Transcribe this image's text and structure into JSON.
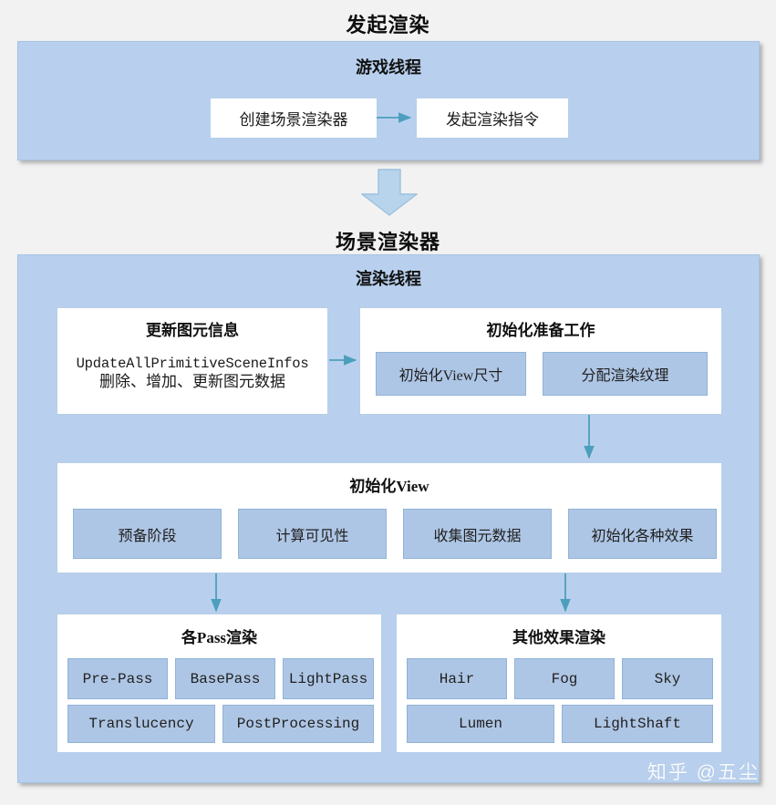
{
  "headings": {
    "initiate_render": "发起渲染",
    "scene_renderer": "场景渲染器"
  },
  "game_thread": {
    "title": "游戏线程",
    "steps": [
      {
        "label": "创建场景渲染器"
      },
      {
        "label": "发起渲染指令"
      }
    ]
  },
  "render_thread": {
    "title": "渲染线程",
    "update_primitive": {
      "title": "更新图元信息",
      "line1": "UpdateAllPrimitiveSceneInfos",
      "line2": "删除、增加、更新图元数据"
    },
    "init_prepare": {
      "title": "初始化准备工作",
      "items": [
        {
          "label": "初始化View尺寸"
        },
        {
          "label": "分配渲染纹理"
        }
      ]
    },
    "init_view": {
      "title": "初始化View",
      "items": [
        {
          "label": "预备阶段"
        },
        {
          "label": "计算可见性"
        },
        {
          "label": "收集图元数据"
        },
        {
          "label": "初始化各种效果"
        }
      ]
    },
    "pass_render": {
      "title": "各Pass渲染",
      "row1": [
        {
          "label": "Pre-Pass"
        },
        {
          "label": "BasePass"
        },
        {
          "label": "LightPass"
        }
      ],
      "row2": [
        {
          "label": "Translucency"
        },
        {
          "label": "PostProcessing"
        }
      ]
    },
    "other_effects": {
      "title": "其他效果渲染",
      "row1": [
        {
          "label": "Hair"
        },
        {
          "label": "Fog"
        },
        {
          "label": "Sky"
        }
      ],
      "row2": [
        {
          "label": "Lumen"
        },
        {
          "label": "LightShaft"
        }
      ]
    }
  },
  "watermark": {
    "text": "知乎 @五尘"
  },
  "colors": {
    "background": "#f2f2f2",
    "panel_fill": "#b8d0ee",
    "panel_border": "#a8c3e4",
    "leaf_blue_fill": "#aec6e5",
    "leaf_blue_border": "#90b3d8",
    "white_fill": "#ffffff",
    "white_border": "#b6cfe8",
    "arrow": "#4c9fbc",
    "block_arrow_fill": "#b8d4ec",
    "block_arrow_border": "#9dc0de",
    "text": "#1a1a1a"
  }
}
